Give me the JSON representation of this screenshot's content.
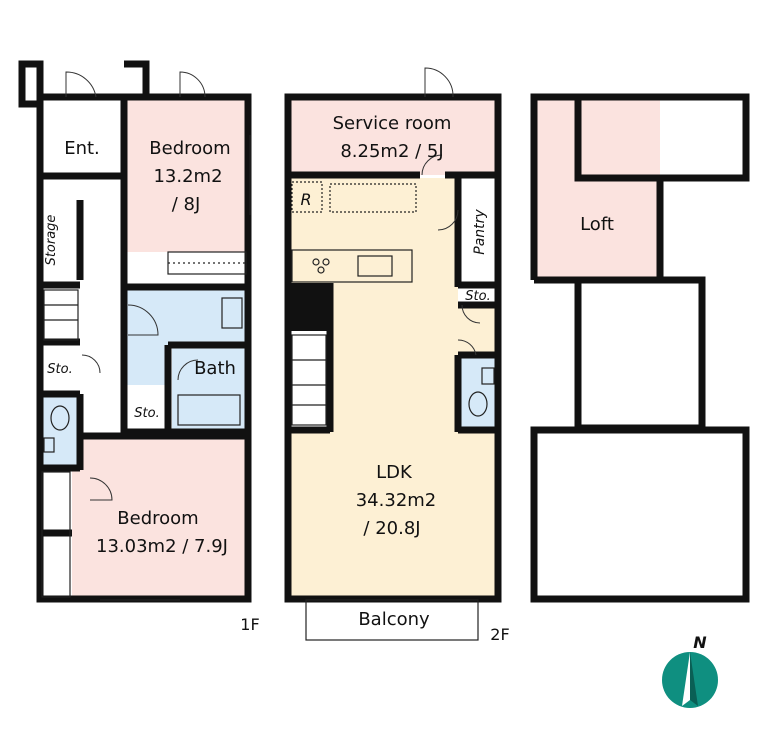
{
  "floors": {
    "first": {
      "label": "1F",
      "rooms": {
        "entrance": "Ent.",
        "bedroom_top": {
          "name": "Bedroom",
          "area": "13.2m2",
          "tatami": "/ 8J"
        },
        "storage": "Storage",
        "sto_left": "Sto.",
        "sto_bath": "Sto.",
        "bath": "Bath",
        "bedroom_bottom": {
          "name": "Bedroom",
          "area": "13.03m2 / 7.9J"
        }
      }
    },
    "second": {
      "label": "2F",
      "rooms": {
        "service_room": {
          "name": "Service room",
          "area": "8.25m2 / 5J"
        },
        "refrigerator": "R",
        "pantry": "Pantry",
        "sto": "Sto.",
        "ldk": {
          "name": "LDK",
          "area": "34.32m2",
          "tatami": "/ 20.8J"
        },
        "balcony": "Balcony"
      }
    },
    "loft": {
      "rooms": {
        "loft": "Loft"
      }
    }
  },
  "compass": {
    "label": "N"
  },
  "colors": {
    "bedroom": "#fbe3df",
    "ldk": "#fdf0d4",
    "wet_area": "#d6e9f8",
    "wall": "#111111",
    "compass": "#0f8f80"
  }
}
